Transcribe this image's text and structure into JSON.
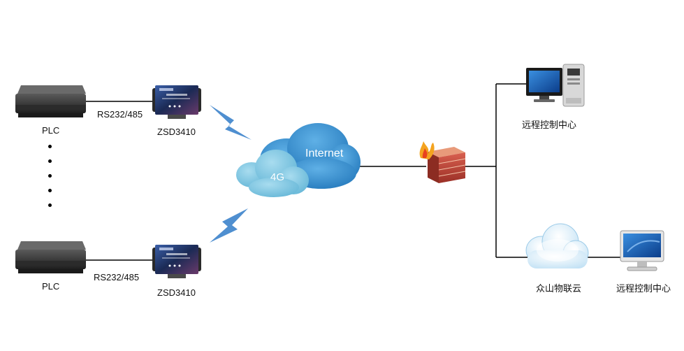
{
  "plc": {
    "label_top": "PLC",
    "label_bottom": "PLC"
  },
  "link": {
    "label_top": "RS232/485",
    "label_bottom": "RS232/485"
  },
  "gateway": {
    "label_top": "ZSD3410",
    "label_bottom": "ZSD3410"
  },
  "network": {
    "internet_label": "Internet",
    "mobile_label": "4G"
  },
  "endpoints": {
    "control_center_top": "远程控制中心",
    "cloud_platform": "众山物联云",
    "control_center_bottom": "远程控制中心"
  },
  "colors": {
    "line": "#000000",
    "lightning": "#4f8fd0",
    "cloud_dark": "#2a86c9",
    "cloud_light": "#8cc8e8",
    "firewall": "#b8433a"
  }
}
